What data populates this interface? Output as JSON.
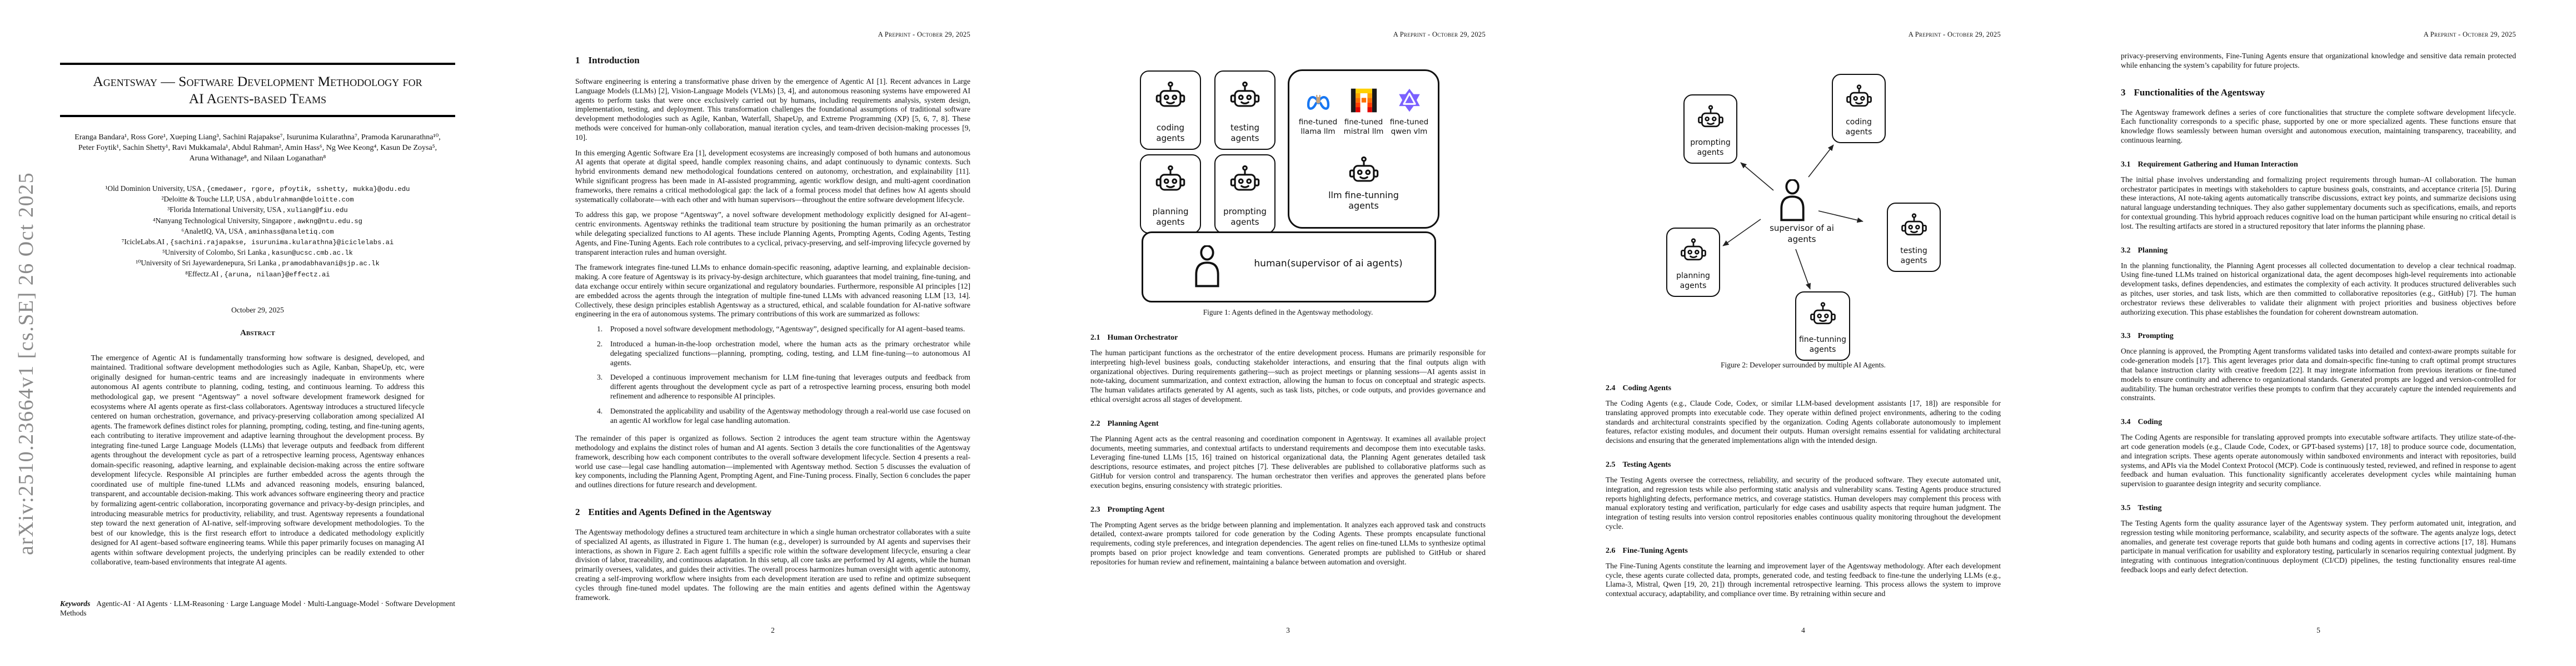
{
  "arxiv_watermark": "arXiv:2510.23664v1  [cs.SE]  26 Oct 2025",
  "running_header": "A Preprint - October 29, 2025",
  "p1": {
    "title1": "Agentsway — Software Development Methodology for",
    "title2": "AI Agents-based Teams",
    "authors1": "Eranga Bandara¹, Ross Gore¹, Xueping Liang³, Sachini Rajapakse⁷, Isurunima Kularathna⁷, Pramoda Karunarathna¹⁰,",
    "authors2": "Peter Foytik¹, Sachin Shetty¹, Ravi Mukkamala¹, Abdul Rahman², Amin Hass⁶, Ng Wee Keong⁴, Kasun De Zoysa⁵,",
    "authors3": "Aruna Withanage⁸, and Nilaan Loganathan⁸",
    "affils": [
      {
        "pre": "¹Old Dominion University, USA , ",
        "email": "{cmedawer, rgore, pfoytik, sshetty, mukka}@odu.edu"
      },
      {
        "pre": "²Deloitte & Touche LLP, USA , ",
        "email": "abdulrahman@deloitte.com"
      },
      {
        "pre": "³Florida International University, USA , ",
        "email": "xuliang@fiu.edu"
      },
      {
        "pre": "⁴Nanyang Technological University, Singapore , ",
        "email": "awkng@ntu.edu.sg"
      },
      {
        "pre": "⁶AnaletIQ, VA, USA , ",
        "email": "aminhass@analetiq.com"
      },
      {
        "pre": "⁷IcicleLabs.AI , ",
        "email": "{sachini.rajapakse, isurunima.kularathna}@iciclelabs.ai"
      },
      {
        "pre": "⁵University of Colombo, Sri Lanka , ",
        "email": "kasun@ucsc.cmb.ac.lk"
      },
      {
        "pre": "¹⁰University of Sri Jayewardenepura, Sri Lanka , ",
        "email": "pramodabhavani@sjp.ac.lk"
      },
      {
        "pre": "⁸Effectz.AI , ",
        "email": "{aruna, nilaan}@effectz.ai"
      }
    ],
    "date": "October 29, 2025",
    "abstract_label": "Abstract",
    "abstract": "The emergence of Agentic AI is fundamentally transforming how software is designed, developed, and maintained. Traditional software development methodologies such as Agile, Kanban, ShapeUp, etc, were originally designed for human-centric teams and are increasingly inadequate in environments where autonomous AI agents contribute to planning, coding, testing, and continuous learning. To address this methodological gap, we present “Agentsway” a novel software development framework designed for ecosystems where AI agents operate as first-class collaborators. Agentsway introduces a structured lifecycle centered on human orchestration, governance, and privacy-preserving collaboration among specialized AI agents. The framework defines distinct roles for planning, prompting, coding, testing, and fine-tuning agents, each contributing to iterative improvement and adaptive learning throughout the development process. By integrating fine-tuned Large Language Models (LLMs) that leverage outputs and feedback from different agents throughout the development cycle as part of a retrospective learning process, Agentsway enhances domain-specific reasoning, adaptive learning, and explainable decision-making across the entire software development lifecycle. Responsible AI principles are further embedded across the agents through the coordinated use of multiple fine-tuned LLMs and advanced reasoning models, ensuring balanced, transparent, and accountable decision-making. This work advances software engineering theory and practice by formalizing agent-centric collaboration, incorporating governance and privacy-by-design principles, and introducing measurable metrics for productivity, reliability, and trust. Agentsway represents a foundational step toward the next generation of AI-native, self-improving software development methodologies. To the best of our knowledge, this is the first research effort to introduce a dedicated methodology explicitly designed for AI agent–based software engineering teams. While this paper primarily focuses on managing AI agents within software development projects, the underlying principles can be readily extended to other collaborative, team-based environments that integrate AI agents.",
    "keywords_label": "Keywords",
    "keywords": "Agentic-AI · AI Agents · LLM-Reasoning · Large Language Model · Multi-Language-Model · Software Development Methods"
  },
  "p2": {
    "s1num": "1",
    "s1": "Introduction",
    "para1": "Software engineering is entering a transformative phase driven by the emergence of Agentic AI [1]. Recent advances in Large Language Models (LLMs) [2], Vision-Language Models (VLMs) [3, 4], and autonomous reasoning systems have empowered AI agents to perform tasks that were once exclusively carried out by humans, including requirements analysis, system design, implementation, testing, and deployment. This transformation challenges the foundational assumptions of traditional software development methodologies such as Agile, Kanban, Waterfall, ShapeUp, and Extreme Programming (XP) [5, 6, 7, 8]. These methods were conceived for human-only collaboration, manual iteration cycles, and team-driven decision-making processes [9, 10].",
    "para2": "In this emerging Agentic Software Era [1], development ecosystems are increasingly composed of both humans and autonomous AI agents that operate at digital speed, handle complex reasoning chains, and adapt continuously to dynamic contexts. Such hybrid environments demand new methodological foundations centered on autonomy, orchestration, and explainability [11]. While significant progress has been made in AI-assisted programming, agentic workflow design, and multi-agent coordination frameworks, there remains a critical methodological gap: the lack of a formal process model that defines how AI agents should systematically collaborate—with each other and with human supervisors—throughout the entire software development lifecycle.",
    "para3": "To address this gap, we propose “Agentsway”, a novel software development methodology explicitly designed for AI-agent–centric environments. Agentsway rethinks the traditional team structure by positioning the human primarily as an orchestrator while delegating specialized functions to AI agents. These include Planning Agents, Prompting Agents, Coding Agents, Testing Agents, and Fine-Tuning Agents. Each role contributes to a cyclical, privacy-preserving, and self-improving lifecycle governed by transparent interaction rules and human oversight.",
    "para4": "The framework integrates fine-tuned LLMs to enhance domain-specific reasoning, adaptive learning, and explainable decision-making. A core feature of Agentsway is its privacy-by-design architecture, which guarantees that model training, fine-tuning, and data exchange occur entirely within secure organizational and regulatory boundaries. Furthermore, responsible AI principles [12] are embedded across the agents through the integration of multiple fine-tuned LLMs with advanced reasoning LLM [13, 14]. Collectively, these design principles establish Agentsway as a structured, ethical, and scalable foundation for AI-native software engineering in the era of autonomous systems. The primary contributions of this work are summarized as follows:",
    "itemnos": [
      "1.",
      "2.",
      "3.",
      "4."
    ],
    "items": [
      "Proposed a novel software development methodology, “Agentsway”, designed specifically for AI agent–based teams.",
      "Introduced a human-in-the-loop orchestration model, where the human acts as the primary orchestrator while delegating specialized functions—planning, prompting, coding, testing, and LLM fine-tuning—to autonomous AI agents.",
      "Developed a continuous improvement mechanism for LLM fine-tuning that leverages outputs and feedback from different agents throughout the development cycle as part of a retrospective learning process, ensuring both model refinement and adherence to responsible AI principles.",
      "Demonstrated the applicability and usability of the Agentsway methodology through a real-world use case focused on an agentic AI workflow for legal case handling automation."
    ],
    "para5": "The remainder of this paper is organized as follows. Section 2 introduces the agent team structure within the Agentsway methodology and explains the distinct roles of human and AI agents. Section 3 details the core functionalities of the Agentsway framework, describing how each component contributes to the overall software development lifecycle. Section 4 presents a real-world use case—legal case handling automation—implemented with Agentsway method. Section 5 discusses the evaluation of key components, including the Planning Agent, Prompting Agent, and Fine-Tuning process. Finally, Section 6 concludes the paper and outlines directions for future research and development.",
    "s2num": "2",
    "s2": "Entities and Agents Defined in the Agentsway",
    "para6": "The Agentsway methodology defines a structured team architecture in which a single human orchestrator collaborates with a suite of specialized AI agents, as illustrated in Figure 1. The human (e.g., developer) is surrounded by AI agents and supervises their interactions, as shown in Figure 2. Each agent fulfills a specific role within the software development lifecycle, ensuring a clear division of labor, traceability, and continuous adaptation. In this setup, all core tasks are performed by AI agents, while the human primarily oversees, validates, and guides their activities. The overall process harmonizes human oversight with agentic autonomy, creating a self-improving workflow where insights from each development iteration are used to refine and optimize subsequent cycles through fine-tuned model updates. The following are the main entities and agents defined within the Agentsway framework.",
    "pagenum": "2"
  },
  "fig1": {
    "cards": [
      "coding agents",
      "testing agents",
      "planning agents",
      "prompting agents"
    ],
    "llm_labels": [
      "fine-tuned llama llm",
      "fine-tuned mistral llm",
      "fine-tuned qwen vlm"
    ],
    "llm_agent_label": "llm fine-tunning agents",
    "human_label": "human(supervisor of ai agents)",
    "caption": "Figure 1: Agents defined in the Agentsway methodology."
  },
  "p3": {
    "s21num": "2.1",
    "s21": "Human Orchestrator",
    "para21": "The human participant functions as the orchestrator of the entire development process. Humans are primarily responsible for interpreting high-level business goals, conducting stakeholder interactions, and ensuring that the final outputs align with organizational objectives. During requirements gathering—such as project meetings or planning sessions—AI agents assist in note-taking, document summarization, and context extraction, allowing the human to focus on conceptual and strategic aspects. The human validates artifacts generated by AI agents, such as task lists, pitches, or code outputs, and provides governance and ethical oversight across all stages of development.",
    "s22num": "2.2",
    "s22": "Planning Agent",
    "para22": "The Planning Agent acts as the central reasoning and coordination component in Agentsway. It examines all available project documents, meeting summaries, and contextual artifacts to understand requirements and decompose them into executable tasks. Leveraging fine-tuned LLMs [15, 16] trained on historical organizational data, the Planning Agent generates detailed task descriptions, resource estimates, and project pitches [7]. These deliverables are published to collaborative platforms such as GitHub for version control and transparency. The human orchestrator then verifies and approves the generated plans before execution begins, ensuring consistency with strategic priorities.",
    "s23num": "2.3",
    "s23": "Prompting Agent",
    "para23": "The Prompting Agent serves as the bridge between planning and implementation. It analyzes each approved task and constructs detailed, context-aware prompts tailored for code generation by the Coding Agents. These prompts encapsulate functional requirements, coding style preferences, and integration dependencies. The agent relies on fine-tuned LLMs to synthesize optimal prompts based on prior project knowledge and team conventions. Generated prompts are published to GitHub or shared repositories for human review and refinement, maintaining a balance between automation and oversight.",
    "pagenum": "3"
  },
  "fig2": {
    "center_label": "supervisor of ai agents",
    "cards": [
      "prompting agents",
      "coding agents",
      "testing agents",
      "planning agents",
      "fine-tunning agents"
    ],
    "caption": "Figure 2: Developer surrounded by multiple AI Agents."
  },
  "p4": {
    "s24num": "2.4",
    "s24": "Coding Agents",
    "para24": "The Coding Agents (e.g., Claude Code, Codex, or similar LLM-based development assistants [17, 18]) are responsible for translating approved prompts into executable code. They operate within defined project environments, adhering to the coding standards and architectural constraints specified by the organization. Coding Agents collaborate autonomously to implement features, refactor existing modules, and document their outputs. Human oversight remains essential for validating architectural decisions and ensuring that the generated implementations align with the intended design.",
    "s25num": "2.5",
    "s25": "Testing Agents",
    "para25": "The Testing Agents oversee the correctness, reliability, and security of the produced software. They execute automated unit, integration, and regression tests while also performing static analysis and vulnerability scans. Testing Agents produce structured reports highlighting defects, performance metrics, and coverage statistics. Human developers may complement this process with manual exploratory testing and verification, particularly for edge cases and usability aspects that require human judgment. The integration of testing results into version control repositories enables continuous quality monitoring throughout the development cycle.",
    "s26num": "2.6",
    "s26": "Fine-Tuning Agents",
    "para26": "The Fine-Tuning Agents constitute the learning and improvement layer of the Agentsway methodology. After each development cycle, these agents curate collected data, prompts, generated code, and testing feedback to fine-tune the underlying LLMs (e.g., Llama-3, Mistral, Qwen [19, 20, 21]) through incremental retrospective learning. This process allows the system to improve contextual accuracy, adaptability, and compliance over time. By retraining within secure and",
    "pagenum": "4"
  },
  "p5": {
    "para0": "privacy-preserving environments, Fine-Tuning Agents ensure that organizational knowledge and sensitive data remain protected while enhancing the system’s capability for future projects.",
    "s3num": "3",
    "s3": "Functionalities of the Agentsway",
    "para3": "The Agentsway framework defines a series of core functionalities that structure the complete software development lifecycle. Each functionality corresponds to a specific phase, supported by one or more specialized agents. These functions ensure that knowledge flows seamlessly between human oversight and autonomous execution, maintaining transparency, traceability, and continuous learning.",
    "s31num": "3.1",
    "s31": "Requirement Gathering and Human Interaction",
    "para31": "The initial phase involves understanding and formalizing project requirements through human–AI collaboration. The human orchestrator participates in meetings with stakeholders to capture business goals, constraints, and acceptance criteria [5]. During these interactions, AI note-taking agents automatically transcribe discussions, extract key points, and summarize decisions using natural language understanding techniques. They also gather supplementary documents such as specifications, emails, and reports for contextual grounding. This hybrid approach reduces cognitive load on the human participant while ensuring no critical detail is lost. The resulting artifacts are stored in a structured repository that later informs the planning phase.",
    "s32num": "3.2",
    "s32": "Planning",
    "para32": "In the planning functionality, the Planning Agent processes all collected documentation to develop a clear technical roadmap. Using fine-tuned LLMs trained on historical organizational data, the agent decomposes high-level requirements into actionable development tasks, defines dependencies, and estimates the complexity of each activity. It produces structured deliverables such as pitches, user stories, and task lists, which are then committed to collaborative repositories (e.g., GitHub) [7]. The human orchestrator reviews these deliverables to validate their alignment with project priorities and business objectives before authorizing execution. This phase establishes the foundation for coherent downstream automation.",
    "s33num": "3.3",
    "s33": "Prompting",
    "para33": "Once planning is approved, the Prompting Agent transforms validated tasks into detailed and context-aware prompts suitable for code-generation models [17]. This agent leverages prior data and domain-specific fine-tuning to craft optimal prompt structures that balance instruction clarity with creative freedom [22]. It may integrate information from previous iterations or fine-tuned models to ensure continuity and adherence to organizational standards. Generated prompts are logged and version-controlled for auditability. The human orchestrator verifies these prompts to confirm that they accurately capture the intended requirements and constraints.",
    "s34num": "3.4",
    "s34": "Coding",
    "para34": "The Coding Agents are responsible for translating approved prompts into executable software artifacts. They utilize state-of-the-art code generation models (e.g., Claude Code, Codex, or GPT-based systems) [17, 18] to produce source code, documentation, and integration scripts. These agents operate autonomously within sandboxed environments and interact with repositories, build systems, and APIs via the Model Context Protocol (MCP). Code is continuously tested, reviewed, and refined in response to agent feedback and human evaluation. This functionality significantly accelerates development cycles while maintaining human supervision to guarantee design integrity and security compliance.",
    "s35num": "3.5",
    "s35": "Testing",
    "para35": "The Testing Agents form the quality assurance layer of the Agentsway system. They perform automated unit, integration, and regression testing while monitoring performance, scalability, and security aspects of the software. The agents analyze logs, detect anomalies, and generate test coverage reports that guide both humans and coding agents in corrective actions [17, 18]. Humans participate in manual verification for usability and exploratory testing, particularly in scenarios requiring contextual judgment. By integrating with continuous integration/continuous deployment (CI/CD) pipelines, the testing functionality ensures real-time feedback loops and early defect detection.",
    "pagenum": "5"
  }
}
